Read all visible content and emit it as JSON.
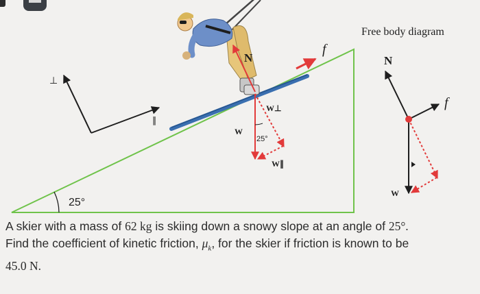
{
  "figure": {
    "fbd_title": "Free body diagram",
    "angle_label": "25°",
    "inset_angle_label": "25°",
    "labels": {
      "N": "N",
      "f": "f",
      "W": "W",
      "W_perp": "W⊥",
      "W_par": "W∥",
      "perp_axis": "⊥",
      "par_axis": "∥",
      "fbd_N": "N",
      "fbd_f": "f",
      "fbd_W": "W"
    },
    "colors": {
      "slope": "#6fc34a",
      "force_red": "#e23a3a",
      "ski": "#3a6fb0",
      "jacket": "#6d8fc8",
      "pants": "#e7c67a",
      "dark": "#1e1e1e"
    }
  },
  "problem": {
    "line1_a": "A skier with a mass of ",
    "mass_value": "62",
    "mass_unit": " kg",
    "line1_b": " is skiing down a snowy slope at an angle of ",
    "angle_value": "25",
    "angle_unit": "°.",
    "line2_a": "Find the coefficient of kinetic friction, ",
    "mu_symbol": "μ",
    "mu_sub": "k",
    "line2_b": ", for the skier if friction is known to be",
    "force_value": "45.0",
    "force_unit": " N."
  }
}
